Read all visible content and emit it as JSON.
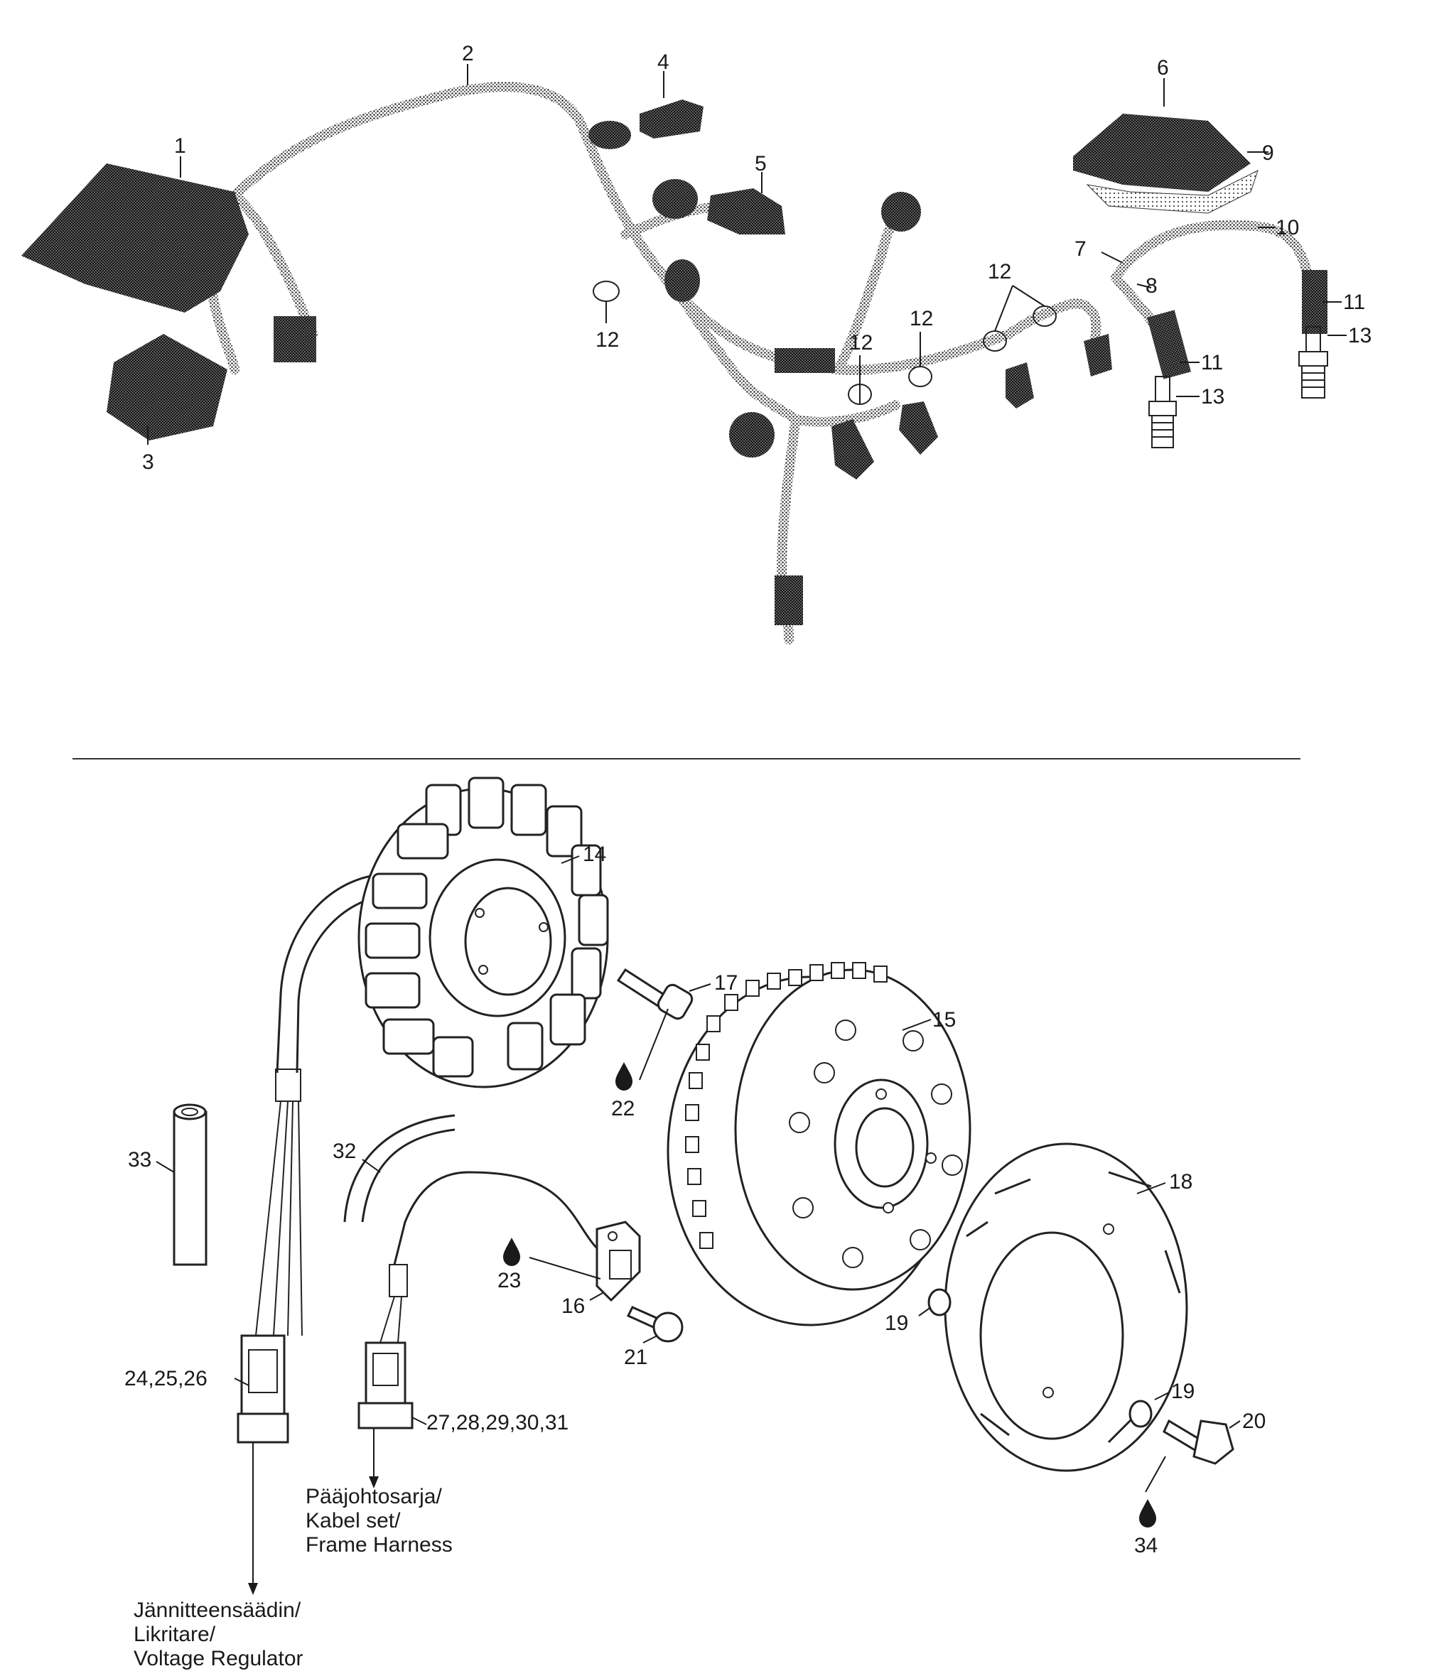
{
  "callouts": {
    "c1": "1",
    "c2": "2",
    "c3": "3",
    "c4": "4",
    "c5": "5",
    "c6": "6",
    "c7": "7",
    "c8": "8",
    "c9": "9",
    "c10": "10",
    "c11a": "11",
    "c11b": "11",
    "c12a": "12",
    "c12b": "12",
    "c12c": "12",
    "c12d": "12",
    "c13a": "13",
    "c13b": "13",
    "c14": "14",
    "c15": "15",
    "c16": "16",
    "c17": "17",
    "c18": "18",
    "c19a": "19",
    "c19b": "19",
    "c20": "20",
    "c21": "21",
    "c22": "22",
    "c23": "23",
    "c24": "24,25,26",
    "c27": "27,28,29,30,31",
    "c32": "32",
    "c33": "33",
    "c34": "34"
  },
  "notes": {
    "frame_harness": [
      "Pääjohtosarja/",
      "Kabel set/",
      "Frame Harness"
    ],
    "voltage_regulator": [
      "Jännitteensäädin/",
      "Likritare/",
      "Voltage Regulator"
    ]
  },
  "icons": {
    "thread_locker": "drop-icon"
  },
  "colors": {
    "ink": "#1a1a1a",
    "background": "#ffffff"
  }
}
